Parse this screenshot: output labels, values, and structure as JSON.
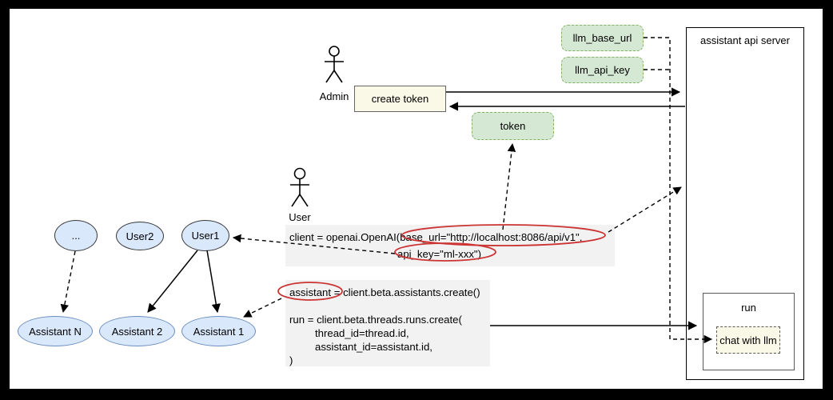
{
  "server": {
    "label": "assistant api server"
  },
  "actors": {
    "admin": "Admin",
    "user": "User"
  },
  "boxes": {
    "llm_base_url": "llm_base_url",
    "llm_api_key": "llm_api_key",
    "token": "token",
    "create_token": "create token",
    "run": "run",
    "chat_with_llm": "chat with llm"
  },
  "ellipses": {
    "users": [
      "...",
      "User2",
      "User1"
    ],
    "assistants": [
      "Assistant N",
      "Assistant 2",
      "Assistant 1"
    ]
  },
  "code1": {
    "lines": [
      "client = openai.OpenAI(base_url=\"http://localhost:8086/api/v1\",",
      "api_key=\"ml-xxx\")"
    ]
  },
  "code2": {
    "lines": [
      "assistant = client.beta.assistants.create()",
      "",
      "run = client.beta.threads.runs.create(",
      "thread_id=thread.id,",
      "assistant_id=assistant.id,",
      ")"
    ]
  },
  "colors": {
    "green_fill": "#d5e8d4",
    "green_border": "#82b366",
    "blue_fill": "#dae8fc",
    "blue_border": "#6c8ebf",
    "dark_ellipse_border": "#383838",
    "cream_fill": "#faf9e8",
    "code_background": "#f2f2f2",
    "annotation_red": "#cc3333",
    "frame": "#000000"
  }
}
